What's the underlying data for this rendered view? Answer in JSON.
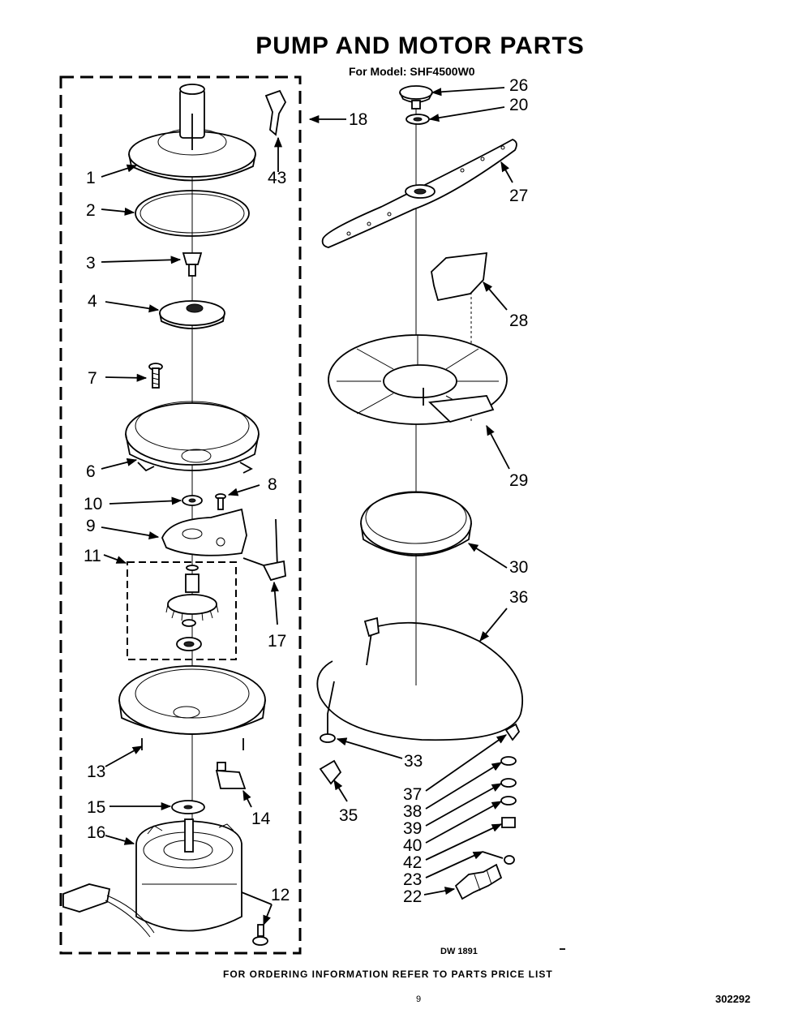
{
  "header": {
    "title": "PUMP AND MOTOR PARTS",
    "model": "For Model: SHF4500W0"
  },
  "footer": {
    "drawing_code": "DW 1891",
    "ordering_note": "FOR ORDERING INFORMATION REFER TO PARTS PRICE LIST",
    "page_number": "9",
    "document_number": "302292"
  },
  "labels": {
    "p1": "1",
    "p2": "2",
    "p3": "3",
    "p4": "4",
    "p6": "6",
    "p7": "7",
    "p8": "8",
    "p9": "9",
    "p10": "10",
    "p11": "11",
    "p12": "12",
    "p13": "13",
    "p14": "14",
    "p15": "15",
    "p16": "16",
    "p17": "17",
    "p18": "18",
    "p20": "20",
    "p22": "22",
    "p23": "23",
    "p26": "26",
    "p27": "27",
    "p28": "28",
    "p29": "29",
    "p30": "30",
    "p33": "33",
    "p35": "35",
    "p36": "36",
    "p37": "37",
    "p38": "38",
    "p39": "39",
    "p40": "40",
    "p42": "42",
    "p43": "43"
  }
}
